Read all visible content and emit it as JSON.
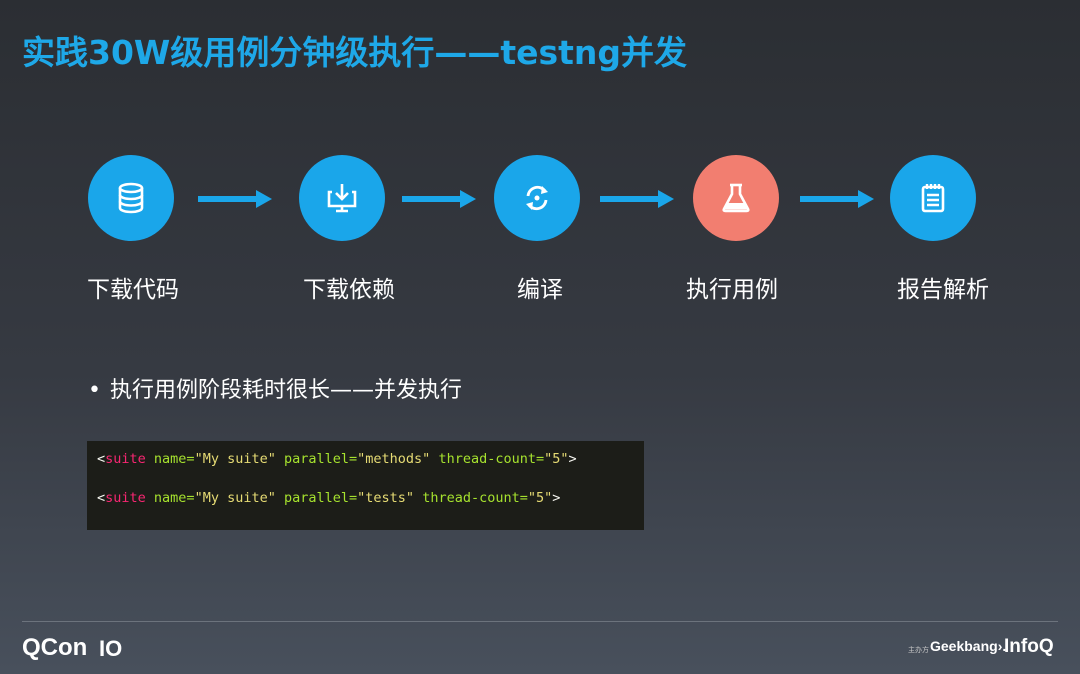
{
  "slide": {
    "title": "实践30W级用例分钟级执行——testng并发"
  },
  "flow": {
    "steps": [
      {
        "label": "下载代码",
        "icon": "database-icon",
        "color": "#1aa6ea"
      },
      {
        "label": "下载依赖",
        "icon": "download-icon",
        "color": "#1aa6ea"
      },
      {
        "label": "编译",
        "icon": "refresh-icon",
        "color": "#1aa6ea"
      },
      {
        "label": "执行用例",
        "icon": "flask-icon",
        "color": "#f27e70"
      },
      {
        "label": "报告解析",
        "icon": "report-icon",
        "color": "#1aa6ea"
      }
    ],
    "arrow_color": "#1aa6ea"
  },
  "bullet": {
    "symbol": "•",
    "text": "执行用例阶段耗时很长——并发执行"
  },
  "code": {
    "lines": [
      {
        "open": "<",
        "tag": "suite",
        "attr1": "name=",
        "val1": "\"My suite\"",
        "attr2": "parallel=",
        "val2": "\"methods\"",
        "attr3": "thread-count=",
        "val3": "\"5\"",
        "close": ">"
      },
      {
        "open": "<",
        "tag": "suite",
        "attr1": "name=",
        "val1": "\"My suite\"",
        "attr2": "parallel=",
        "val2": "\"tests\"",
        "attr3": "thread-count=",
        "val3": "\"5\"",
        "close": ">"
      }
    ]
  },
  "footer": {
    "brand": "QCon",
    "badge": "IO",
    "sponsor_small": "主办方",
    "geekbang": "Geekbang›.",
    "infoq": "InfoQ"
  }
}
